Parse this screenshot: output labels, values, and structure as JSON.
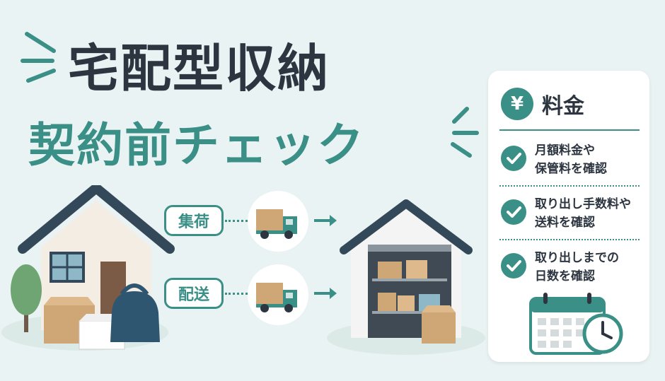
{
  "title": {
    "line1": "宅配型収納",
    "line2": "契約前チェック"
  },
  "flow": {
    "pickup_label": "集荷",
    "delivery_label": "配送"
  },
  "panel": {
    "currency_symbol": "¥",
    "title": "料金",
    "items": [
      {
        "line1": "月額料金や",
        "line2": "保管料を確認"
      },
      {
        "line1": "取り出し手数料や",
        "line2": "送料を確認"
      },
      {
        "line1": "取り出しまでの",
        "line2": "日数を確認"
      }
    ]
  },
  "colors": {
    "accent": "#3a8f86",
    "text": "#2c3540",
    "background": "#eaf3f3"
  },
  "icons": [
    "sparkle-icon",
    "house-icon",
    "truck-icon",
    "arrow-right-icon",
    "storage-warehouse-icon",
    "yen-icon",
    "check-icon",
    "calendar-icon",
    "clock-icon"
  ]
}
